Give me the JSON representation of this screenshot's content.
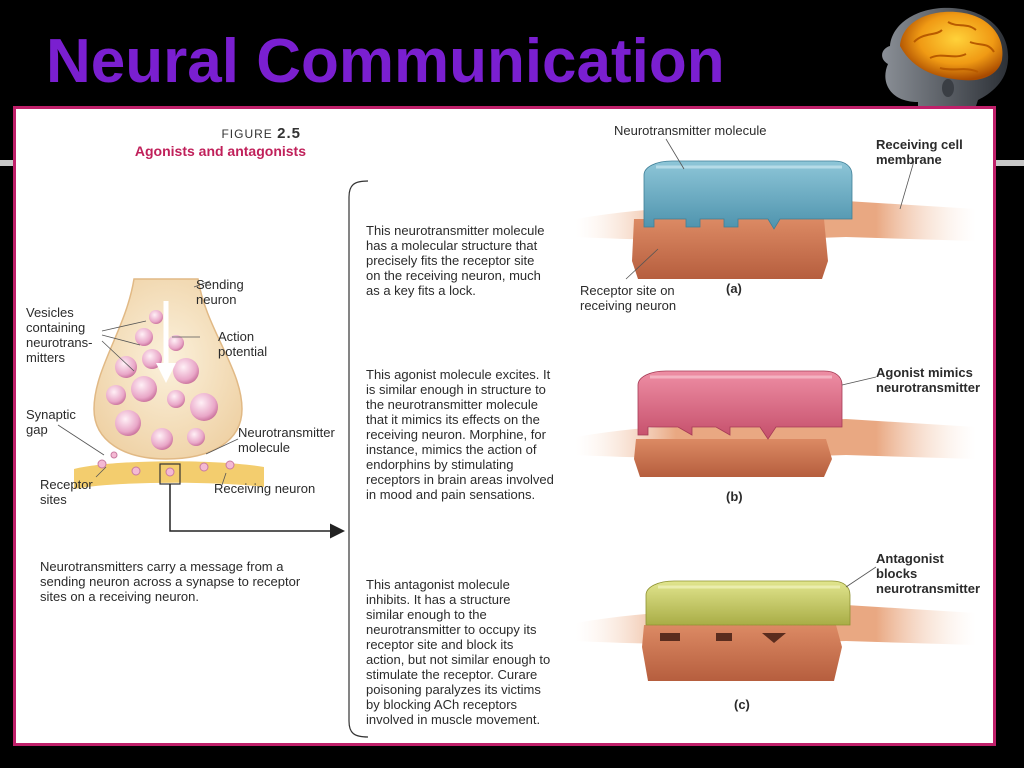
{
  "slide": {
    "title": "Neural Communication"
  },
  "icons": {
    "logo": "brain-head-icon"
  },
  "colors": {
    "title": "#7a1fd0",
    "frame": "#c0206a",
    "figure_title": "#c0205a"
  },
  "figure": {
    "number_label": "FIGURE",
    "number": "2.5",
    "title": "Agonists and antagonists",
    "neuron_labels": {
      "sending": "Sending\nneuron",
      "vesicles": "Vesicles\ncontaining\nneurotrans-\nmitters",
      "action": "Action\npotential",
      "gap": "Synaptic\ngap",
      "nt_molecule": "Neurotransmitter\nmolecule",
      "receptor_sites": "Receptor\nsites",
      "receiving": "Receiving neuron"
    },
    "caption": "Neurotransmitters carry a message from a\nsending neuron across a synapse to receptor\nsites on a receiving neuron.",
    "panels": [
      {
        "letter": "(a)",
        "text": "This neurotransmitter molecule\nhas a molecular structure that\nprecisely fits the receptor site\non the receiving neuron, much\nas a key fits a lock.",
        "label_top": "Neurotransmitter molecule",
        "label_right": "Receiving cell\nmembrane",
        "label_bottom": "Receptor site on\nreceiving neuron"
      },
      {
        "letter": "(b)",
        "text": "This agonist molecule excites. It\nis similar enough  in structure to\nthe neurotransmitter molecule\nthat it mimics its effects on the\nreceiving neuron. Morphine, for\ninstance, mimics the action of\nendorphins by stimulating\nreceptors in brain areas involved\nin mood and pain sensations.",
        "label_right": "Agonist mimics\nneurotransmitter"
      },
      {
        "letter": "(c)",
        "text": "This antagonist molecule\ninhibits. It has a  structure\nsimilar enough to the\nneurotransmitter to occupy its\nreceptor site and block its\naction, but not similar enough to\nstimulate the receptor. Curare\npoisoning paralyzes its victims\nby blocking ACh receptors\ninvolved in muscle movement.",
        "label_right": "Antagonist\nblocks\nneurotransmitter"
      }
    ]
  }
}
